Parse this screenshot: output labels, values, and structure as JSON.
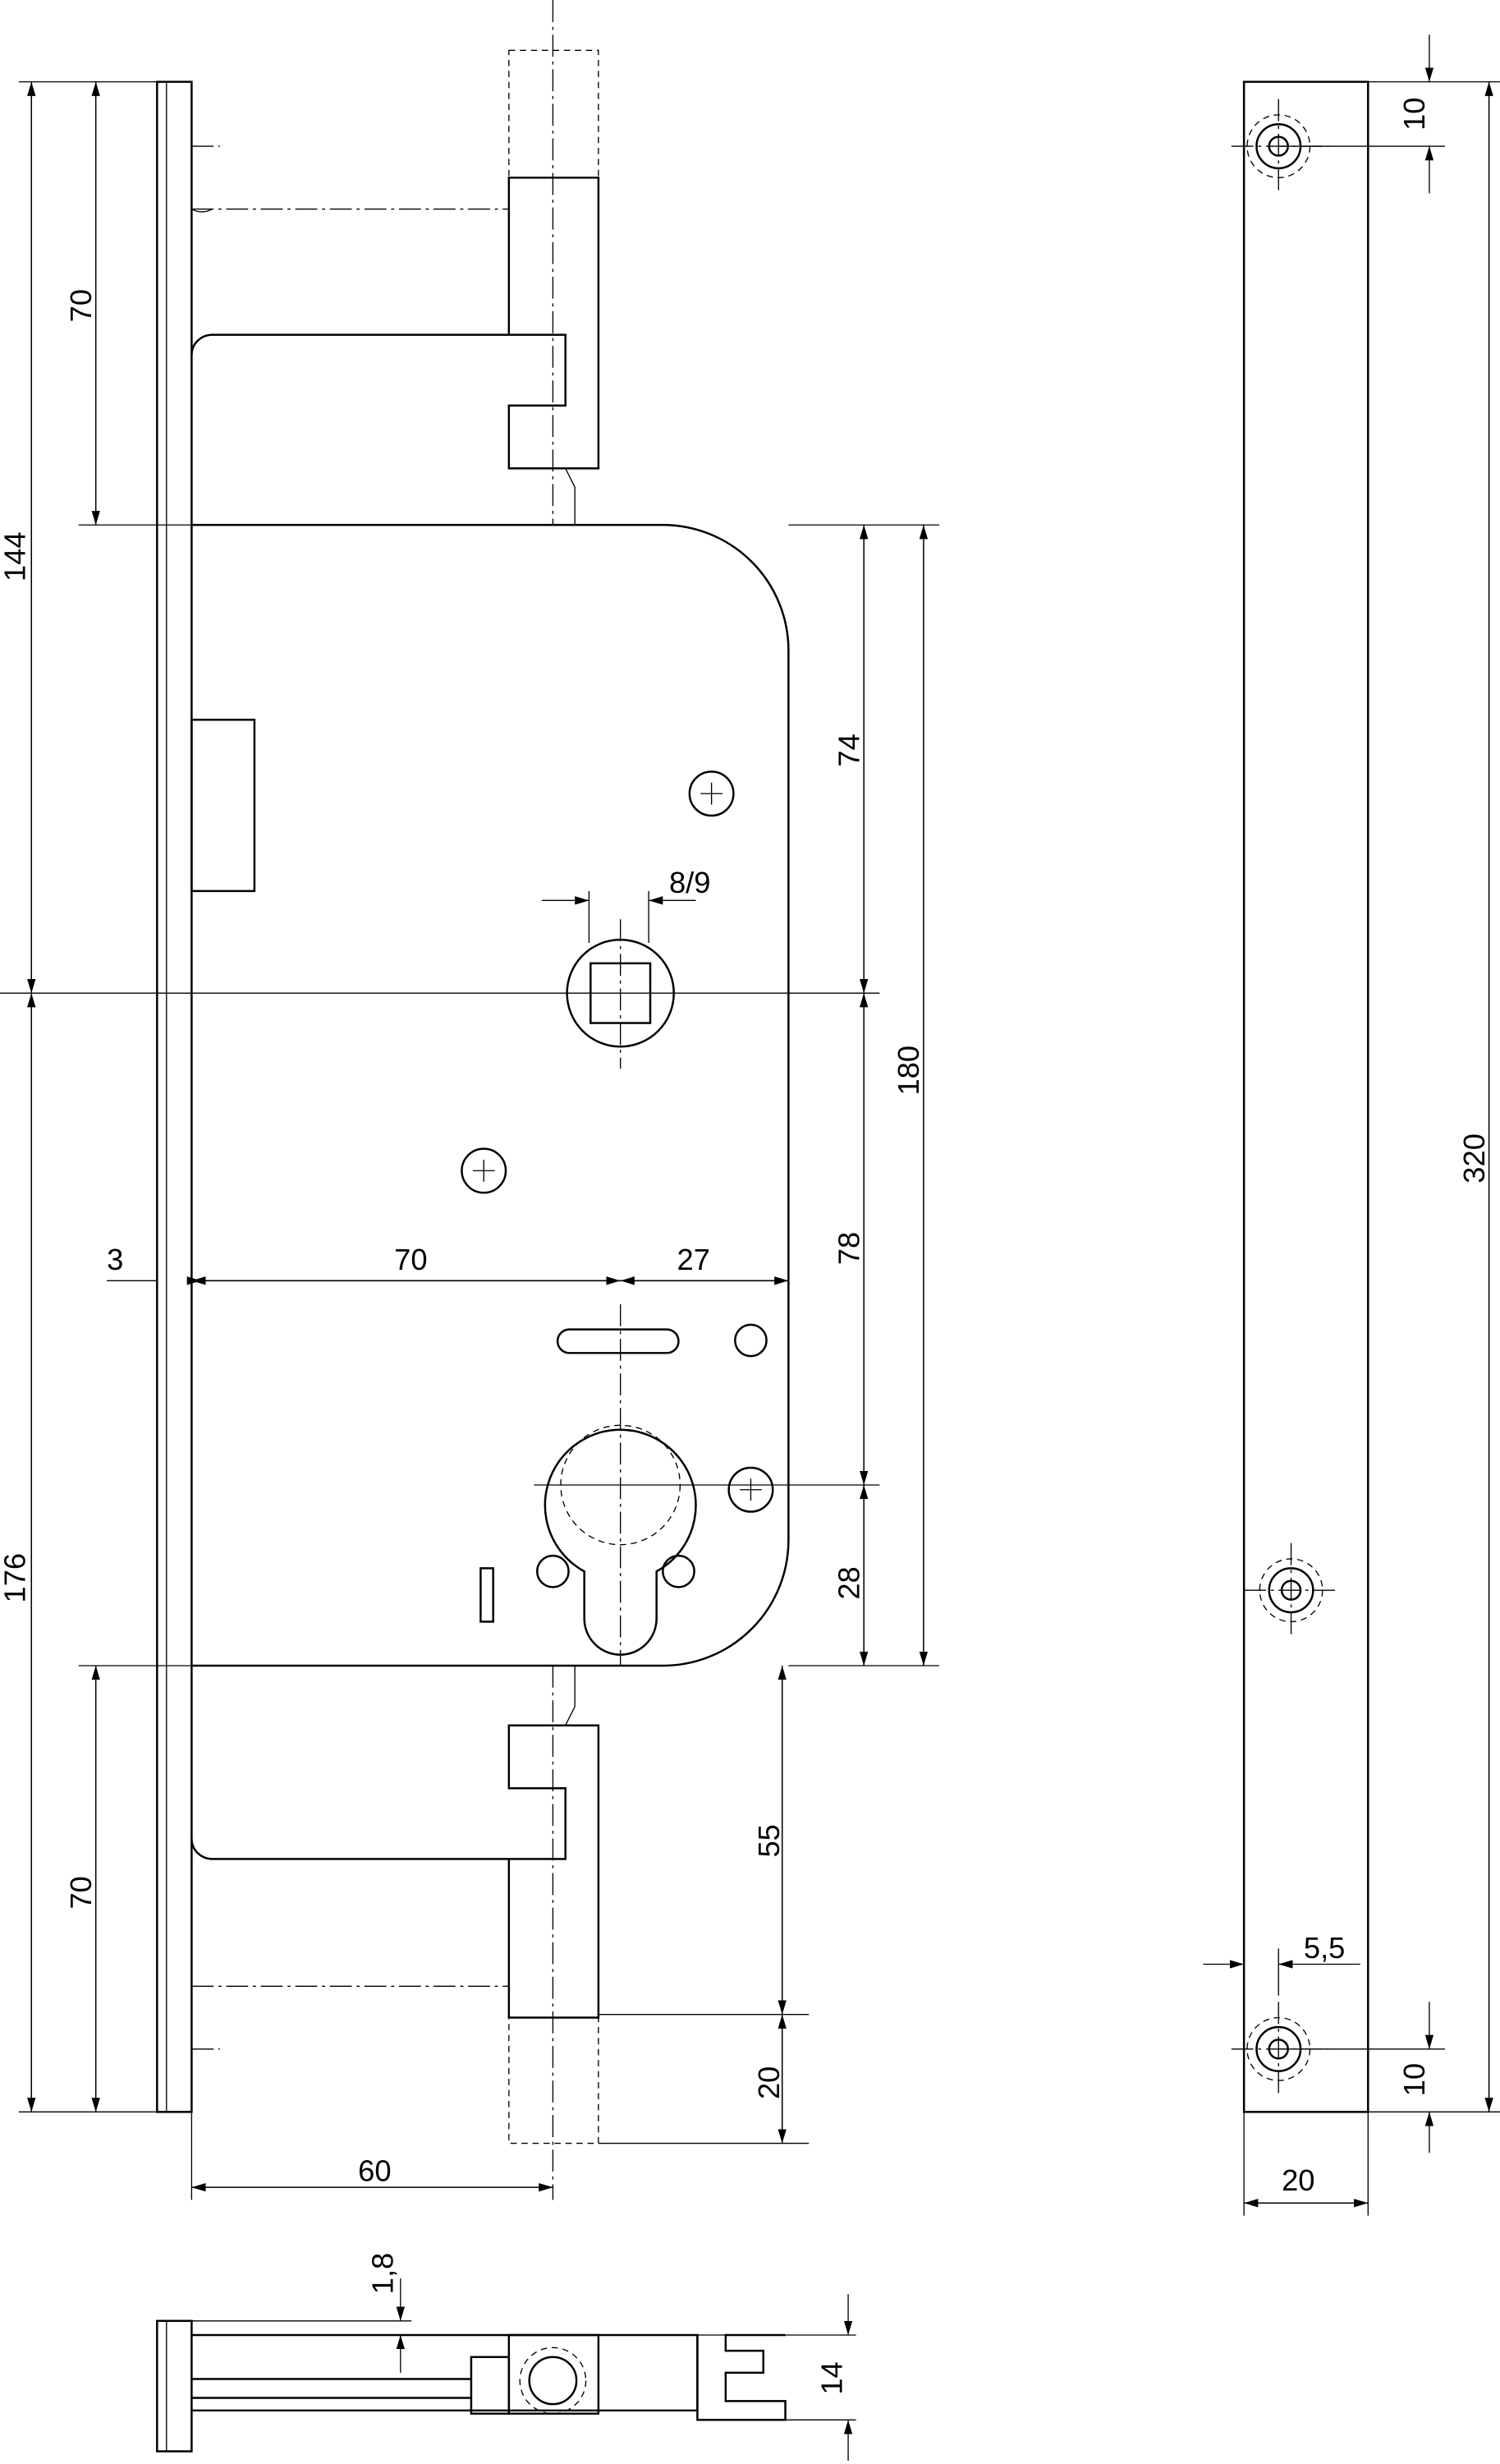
{
  "drawing": {
    "title": "Mortise lock dimension drawing",
    "dimensions": {
      "top_bolt_70": "70",
      "upper_144": "144",
      "lower_176": "176",
      "bottom_bolt_70": "70",
      "faceplate_3": "3",
      "backset_70": "70",
      "front_27": "27",
      "top_74": "74",
      "case_180": "180",
      "mid_78": "78",
      "cyl_28": "28",
      "bolt_55": "55",
      "bolt_20": "20",
      "bolt_60": "60",
      "spindle_8_9": "8/9",
      "strike_10_top": "10",
      "strike_320": "320",
      "strike_5_5": "5,5",
      "strike_10_bottom": "10",
      "strike_20": "20",
      "plate_1_8": "1,8",
      "depth_14": "14"
    }
  }
}
